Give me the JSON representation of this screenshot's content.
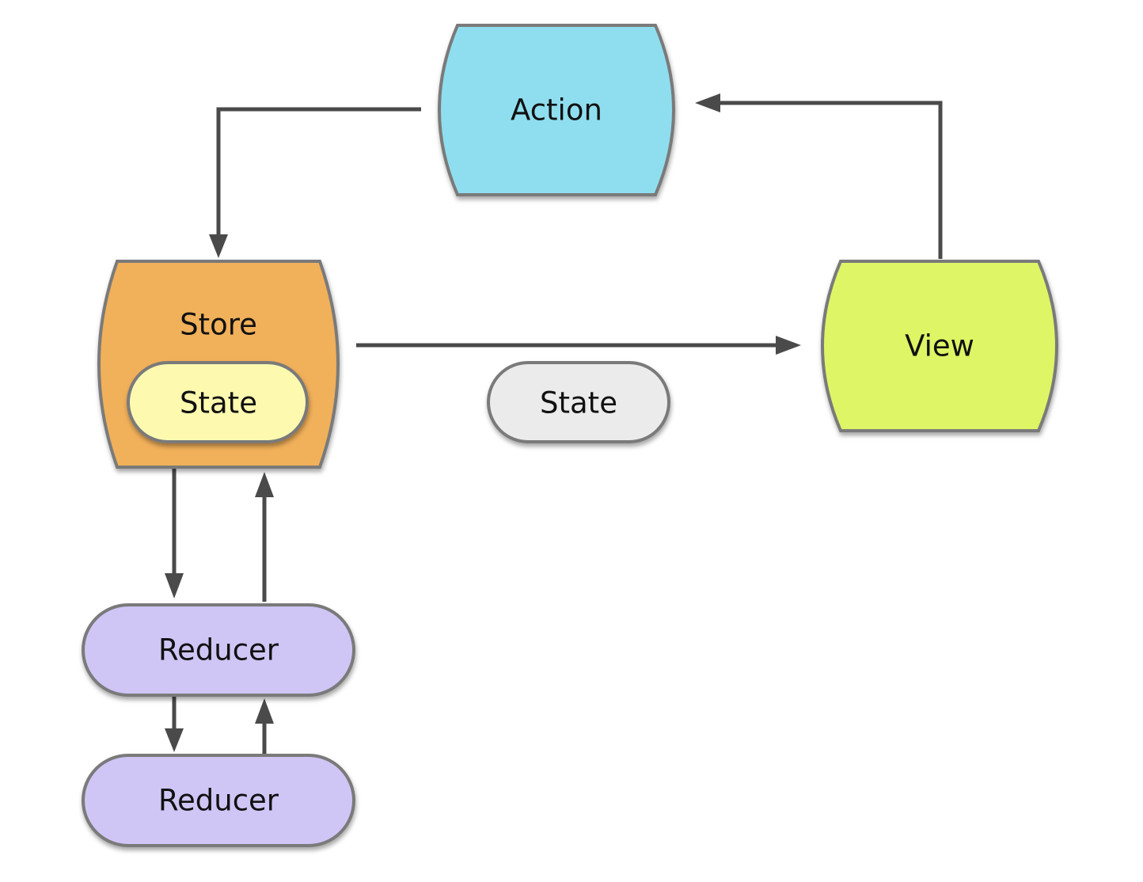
{
  "diagram": {
    "nodes": {
      "action": {
        "label": "Action",
        "fill": "#8FDEEF"
      },
      "store": {
        "label": "Store",
        "fill": "#F1B05A"
      },
      "store_state": {
        "label": "State",
        "fill": "#FDFAB0"
      },
      "view": {
        "label": "View",
        "fill": "#DEF565"
      },
      "state": {
        "label": "State",
        "fill": "#EBEBEB"
      },
      "reducer_1": {
        "label": "Reducer",
        "fill": "#CFC6F6"
      },
      "reducer_2": {
        "label": "Reducer",
        "fill": "#CFC6F6"
      }
    },
    "edges": [
      {
        "from": "action",
        "to": "store"
      },
      {
        "from": "view",
        "to": "action"
      },
      {
        "from": "store",
        "to": "view"
      },
      {
        "from": "store",
        "to": "reducer_1"
      },
      {
        "from": "reducer_1",
        "to": "store"
      },
      {
        "from": "reducer_1",
        "to": "reducer_2"
      },
      {
        "from": "reducer_2",
        "to": "reducer_1"
      }
    ],
    "colors": {
      "stroke": "#7a7a7a",
      "connector": "#4a4a4a"
    }
  }
}
